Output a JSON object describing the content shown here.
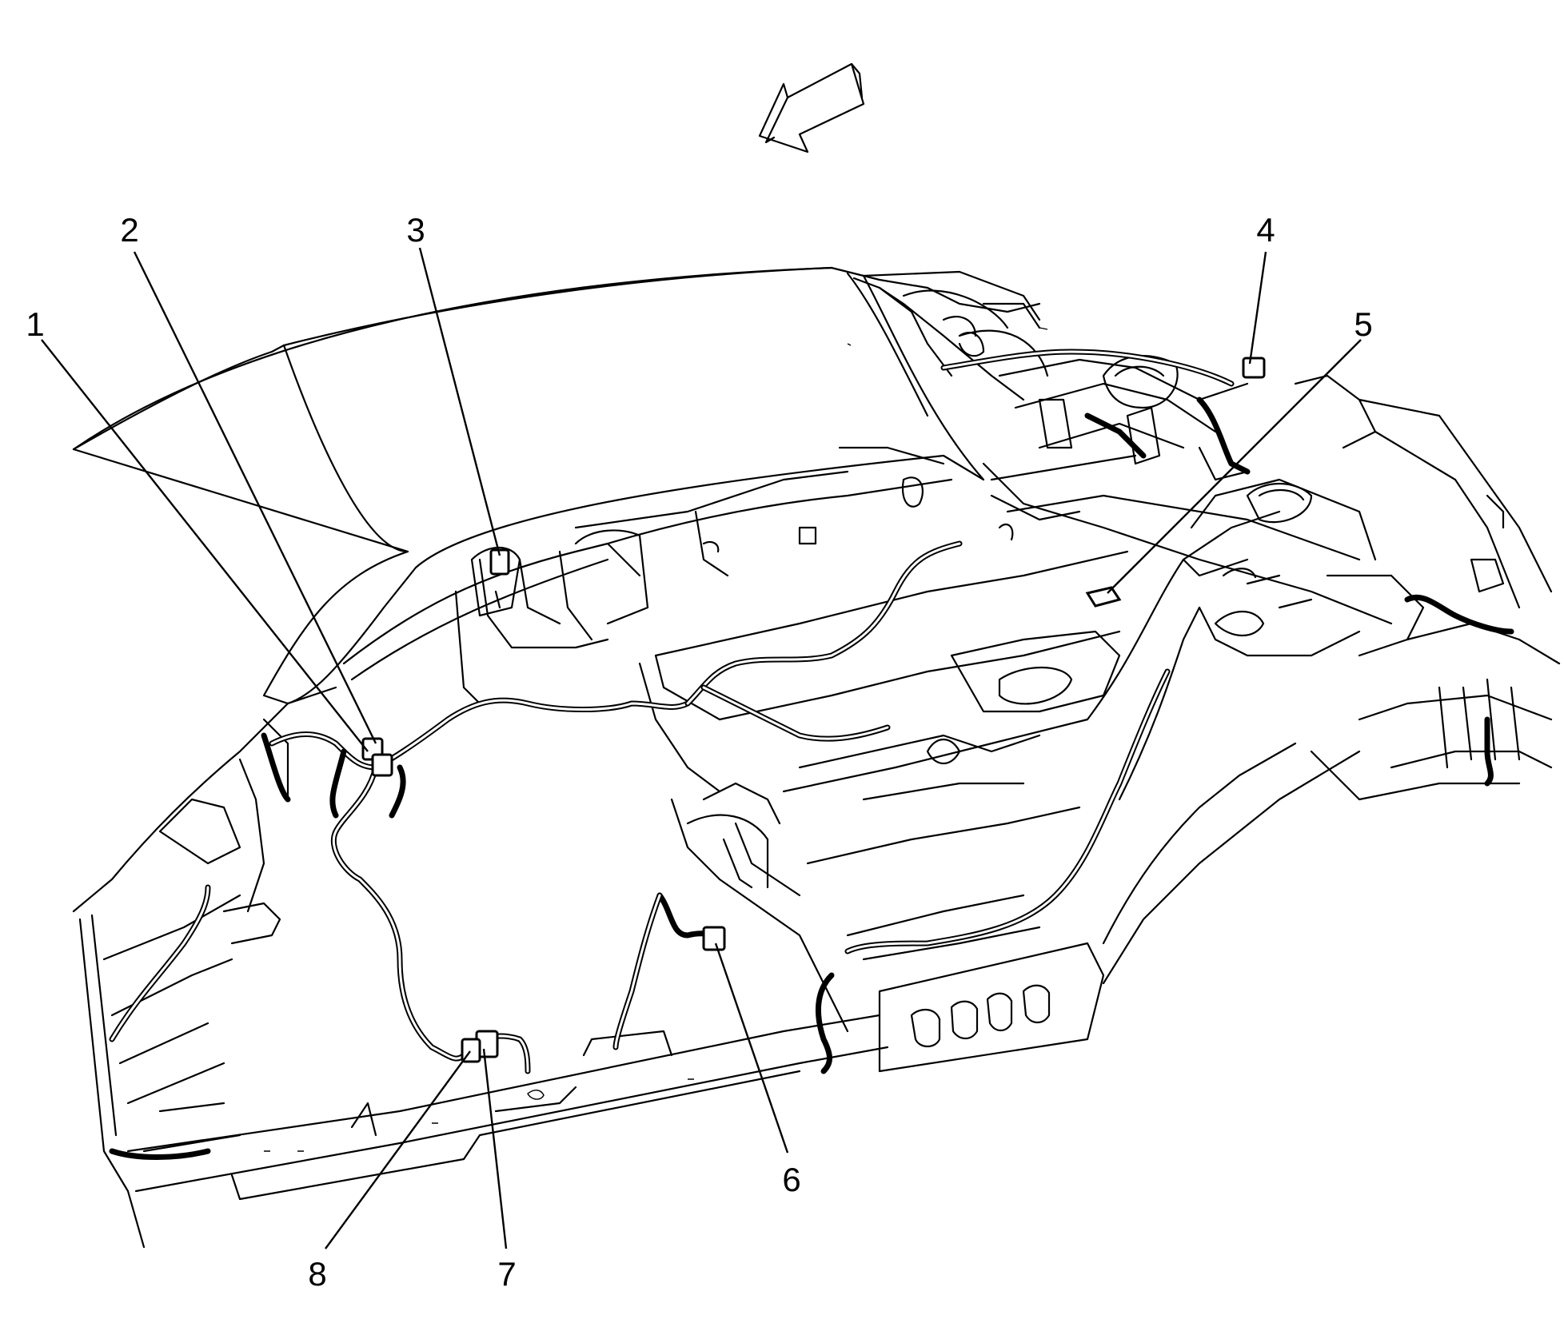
{
  "callouts": [
    {
      "id": "1",
      "label": "1"
    },
    {
      "id": "2",
      "label": "2"
    },
    {
      "id": "3",
      "label": "3"
    },
    {
      "id": "4",
      "label": "4"
    },
    {
      "id": "5",
      "label": "5"
    },
    {
      "id": "6",
      "label": "6"
    },
    {
      "id": "7",
      "label": "7"
    },
    {
      "id": "8",
      "label": "8"
    }
  ],
  "icons": {
    "direction_arrow": "forward-direction-arrow-icon"
  },
  "colors": {
    "line": "#000000",
    "background": "#ffffff"
  }
}
